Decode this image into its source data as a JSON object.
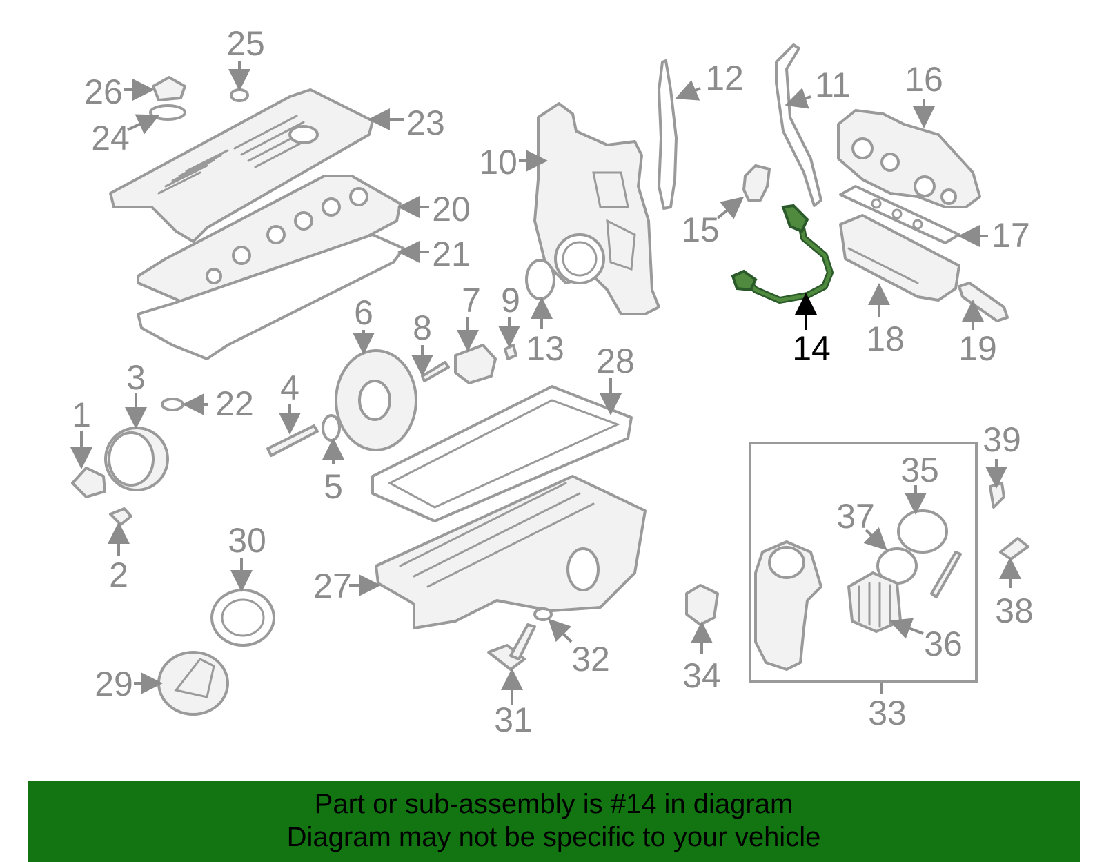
{
  "diagram": {
    "highlighted_part": "14",
    "callouts": [
      "1",
      "2",
      "3",
      "4",
      "5",
      "6",
      "7",
      "8",
      "9",
      "10",
      "11",
      "12",
      "13",
      "14",
      "15",
      "16",
      "17",
      "18",
      "19",
      "20",
      "21",
      "22",
      "23",
      "24",
      "25",
      "26",
      "27",
      "28",
      "29",
      "30",
      "31",
      "32",
      "33",
      "34",
      "35",
      "36",
      "37",
      "38",
      "39"
    ]
  },
  "banner": {
    "line1": "Part or sub-assembly is #14 in diagram",
    "line2": "Diagram may not be specific to your vehicle",
    "background": "#127512"
  }
}
